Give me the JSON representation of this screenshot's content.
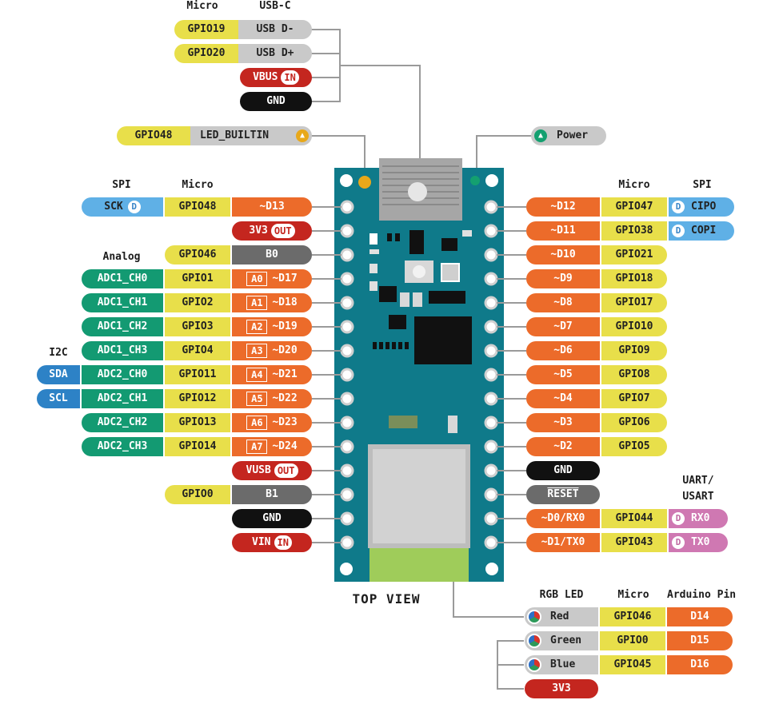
{
  "view_label": "TOP VIEW",
  "colors": {
    "board": "#0f7a8a",
    "board_dark": "#0a5f6c",
    "yellow": "#e8df4a",
    "orange": "#ec6b2a",
    "red": "#c4261f",
    "green": "#139a72",
    "blue": "#2d82c6",
    "sky": "#5fb0e6",
    "gray": "#9b9b9b",
    "lightgray": "#c9c9c9",
    "darkgray": "#6b6b6b",
    "black": "#111111",
    "pink": "#cf78b2",
    "usb_green": "#9fcc5a"
  },
  "top_headers": {
    "micro": "Micro",
    "usbc": "USB-C"
  },
  "usb_rows": [
    {
      "gpio": "GPIO19",
      "name": "USB D-"
    },
    {
      "gpio": "GPIO20",
      "name": "USB D+"
    }
  ],
  "power_top": {
    "vbus": "VBUS",
    "vbus_tag": "IN",
    "gnd": "GND"
  },
  "led_builtin": {
    "gpio": "GPIO48",
    "name": "LED_BUILTIN",
    "icon": "led-icon"
  },
  "power_led": {
    "label": "Power",
    "icon": "led-icon"
  },
  "left_headers": {
    "spi": "SPI",
    "micro": "Micro",
    "analog": "Analog",
    "i2c": "I2C"
  },
  "right_headers": {
    "micro": "Micro",
    "spi": "SPI",
    "uart1": "UART/",
    "uart2": "USART"
  },
  "left_pins": {
    "d13": {
      "spi": "SCK",
      "spi_tag": "D",
      "gpio": "GPIO48",
      "pin": "~D13"
    },
    "v33": {
      "name": "3V3",
      "tag": "OUT"
    },
    "b0": {
      "gpio": "GPIO46",
      "name": "B0"
    },
    "analog": [
      {
        "adc": "ADC1_CH0",
        "gpio": "GPIO1",
        "a": "A0",
        "d": "~D17"
      },
      {
        "adc": "ADC1_CH1",
        "gpio": "GPIO2",
        "a": "A1",
        "d": "~D18"
      },
      {
        "adc": "ADC1_CH2",
        "gpio": "GPIO3",
        "a": "A2",
        "d": "~D19"
      },
      {
        "adc": "ADC1_CH3",
        "gpio": "GPIO4",
        "a": "A3",
        "d": "~D20"
      },
      {
        "i2c": "SDA",
        "adc": "ADC2_CH0",
        "gpio": "GPIO11",
        "a": "A4",
        "d": "~D21"
      },
      {
        "i2c": "SCL",
        "adc": "ADC2_CH1",
        "gpio": "GPIO12",
        "a": "A5",
        "d": "~D22"
      },
      {
        "adc": "ADC2_CH2",
        "gpio": "GPIO13",
        "a": "A6",
        "d": "~D23"
      },
      {
        "adc": "ADC2_CH3",
        "gpio": "GPIO14",
        "a": "A7",
        "d": "~D24"
      }
    ],
    "vusb": {
      "name": "VUSB",
      "tag": "OUT"
    },
    "b1": {
      "gpio": "GPIO0",
      "name": "B1"
    },
    "gnd": "GND",
    "vin": {
      "name": "VIN",
      "tag": "IN"
    }
  },
  "right_pins": {
    "digital": [
      {
        "pin": "~D12",
        "gpio": "GPIO47",
        "spi_tag": "D",
        "spi": "CIPO"
      },
      {
        "pin": "~D11",
        "gpio": "GPIO38",
        "spi_tag": "D",
        "spi": "COPI"
      },
      {
        "pin": "~D10",
        "gpio": "GPIO21"
      },
      {
        "pin": "~D9",
        "gpio": "GPIO18"
      },
      {
        "pin": "~D8",
        "gpio": "GPIO17"
      },
      {
        "pin": "~D7",
        "gpio": "GPIO10"
      },
      {
        "pin": "~D6",
        "gpio": "GPIO9"
      },
      {
        "pin": "~D5",
        "gpio": "GPIO8"
      },
      {
        "pin": "~D4",
        "gpio": "GPIO7"
      },
      {
        "pin": "~D3",
        "gpio": "GPIO6"
      },
      {
        "pin": "~D2",
        "gpio": "GPIO5"
      }
    ],
    "gnd": "GND",
    "reset": "RESET",
    "uart": [
      {
        "pin": "~D0/RX0",
        "gpio": "GPIO44",
        "tag": "D",
        "name": "RX0"
      },
      {
        "pin": "~D1/TX0",
        "gpio": "GPIO43",
        "tag": "D",
        "name": "TX0"
      }
    ]
  },
  "rgb": {
    "headers": {
      "led": "RGB LED",
      "micro": "Micro",
      "arduino": "Arduino Pin"
    },
    "rows": [
      {
        "color": "Red",
        "gpio": "GPIO46",
        "pin": "D14"
      },
      {
        "color": "Green",
        "gpio": "GPIO0",
        "pin": "D15"
      },
      {
        "color": "Blue",
        "gpio": "GPIO45",
        "pin": "D16"
      }
    ],
    "power": "3V3"
  }
}
